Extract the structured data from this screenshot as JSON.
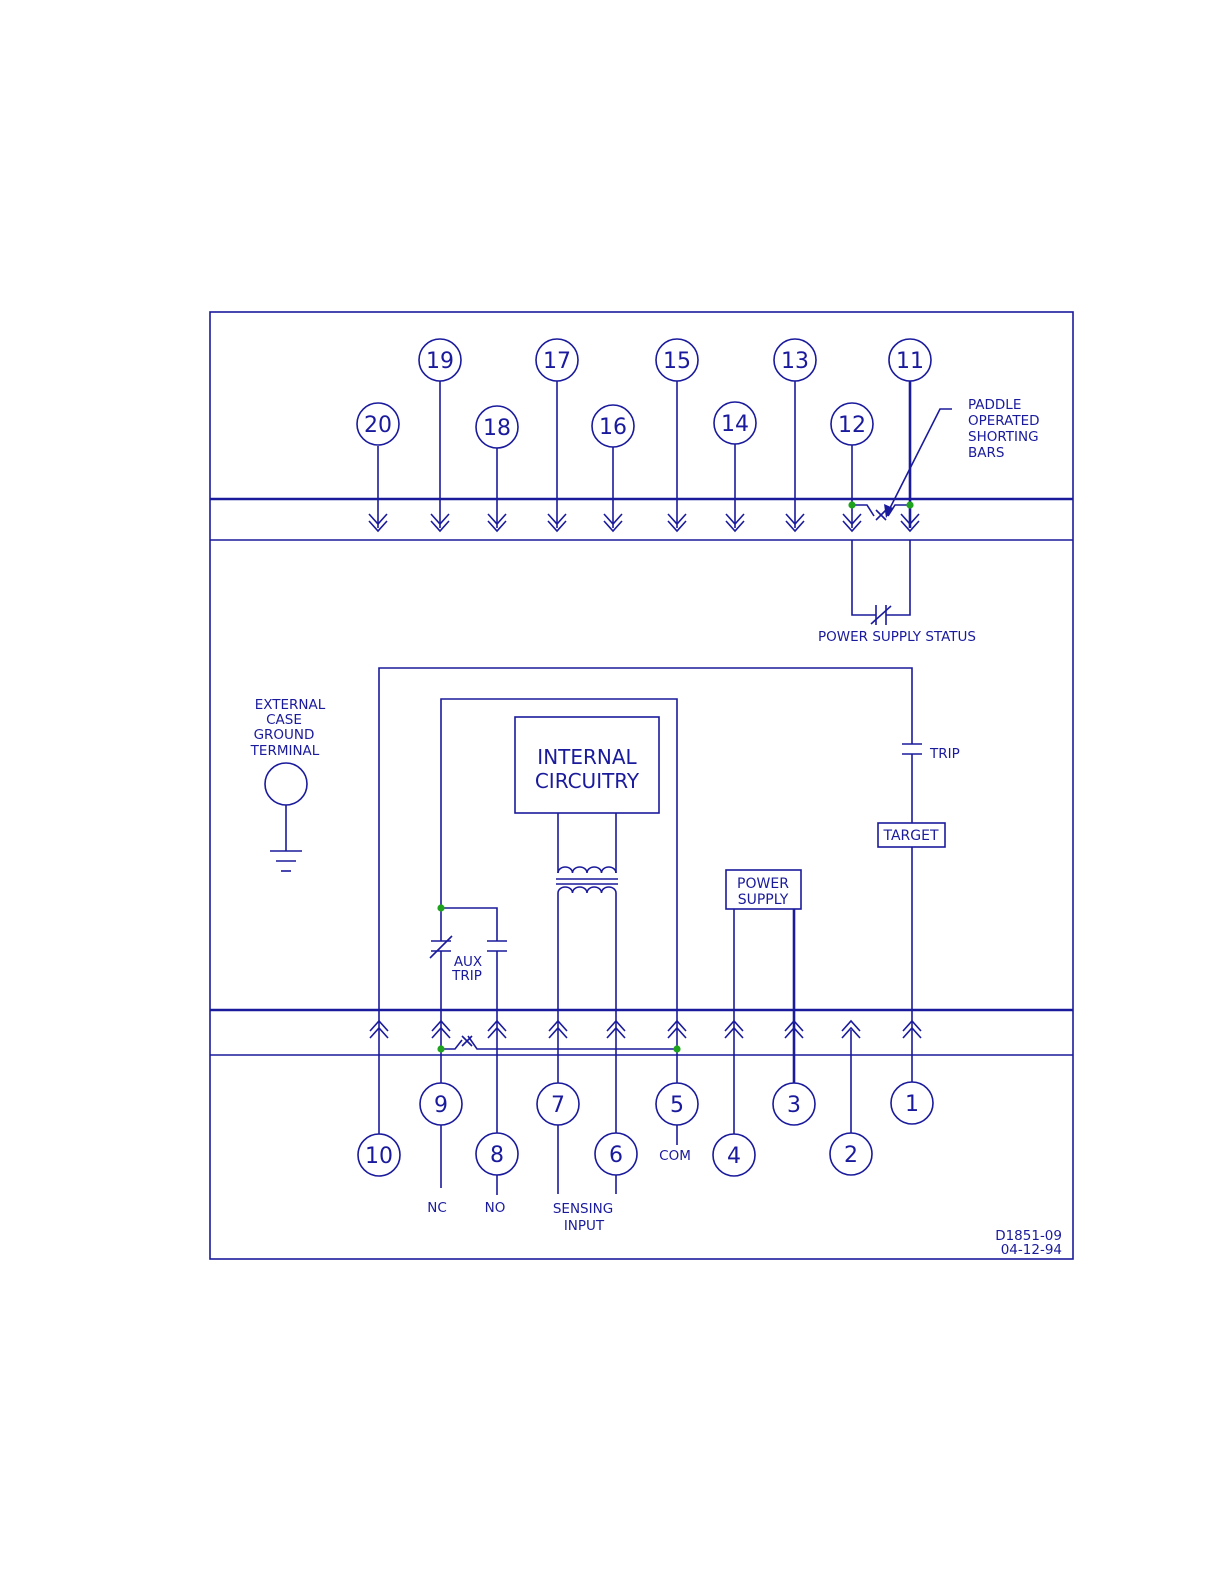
{
  "diagram": {
    "top_terminals": [
      "20",
      "19",
      "18",
      "17",
      "16",
      "15",
      "14",
      "13",
      "12",
      "11"
    ],
    "bottom_terminals": [
      "10",
      "9",
      "8",
      "7",
      "6",
      "5",
      "4",
      "3",
      "2",
      "1"
    ],
    "labels": {
      "paddle": [
        "PADDLE",
        "OPERATED",
        "SHORTING",
        "BARS"
      ],
      "power_supply_status": "POWER SUPPLY STATUS",
      "external_ground": [
        "EXTERNAL",
        "CASE",
        "GROUND",
        "TERMINAL"
      ],
      "internal_circuitry": [
        "INTERNAL",
        "CIRCUITRY"
      ],
      "trip": "TRIP",
      "target": "TARGET",
      "power_supply": [
        "POWER",
        "SUPPLY"
      ],
      "aux_trip": [
        "AUX",
        "TRIP"
      ],
      "nc": "NC",
      "no": "NO",
      "com": "COM",
      "sensing_input": [
        "SENSING",
        "INPUT"
      ],
      "drawing_number": "D1851-09",
      "drawing_date": "04-12-94"
    },
    "colors": {
      "line": "#1a1a9c",
      "junction": "#1fa31f"
    }
  }
}
